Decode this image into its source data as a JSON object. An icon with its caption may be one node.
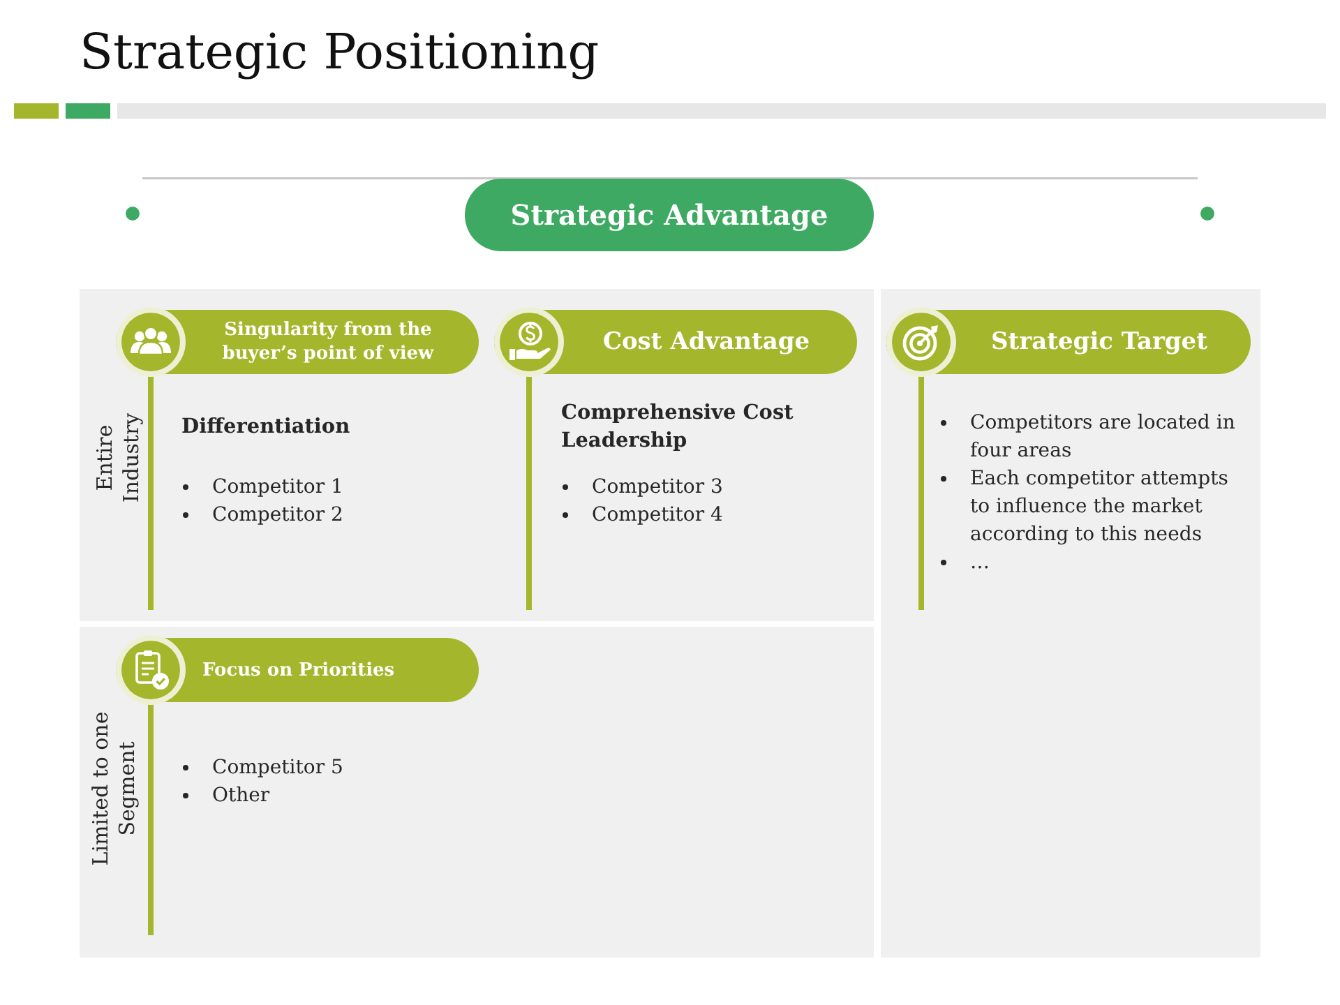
{
  "diagram": {
    "title": "Strategic Positioning",
    "nodes": [
      {
        "text": [
          "Strategic Advantage"
        ]
      },
      {
        "text": [
          "Entire Industry"
        ]
      },
      {
        "text": [
          "Singularity from the buyer’s point of view"
        ],
        "in": 1,
        "beside": [
          "Differentiation",
          "Competitor 1",
          "Competitor 2"
        ]
      },
      {
        "text": [
          "Cost Advantage"
        ],
        "in": 1,
        "beside": [
          "Comprehensive Cost Leadership",
          "Competitor 3",
          "Competitor 4"
        ]
      },
      {
        "text": [],
        "shape": "box"
      },
      {
        "text": [
          "Strategic Target"
        ],
        "in": 4,
        "beside": [
          "Competitors are located in four areas",
          "Each competitor attempts to influence the market according to this needs",
          "…"
        ]
      },
      {
        "text": [
          "Limited to one Segment"
        ]
      },
      {
        "text": [
          "Focus on Priorities"
        ],
        "in": 6,
        "beside": [
          "Competitor 5",
          "Other"
        ]
      }
    ]
  }
}
